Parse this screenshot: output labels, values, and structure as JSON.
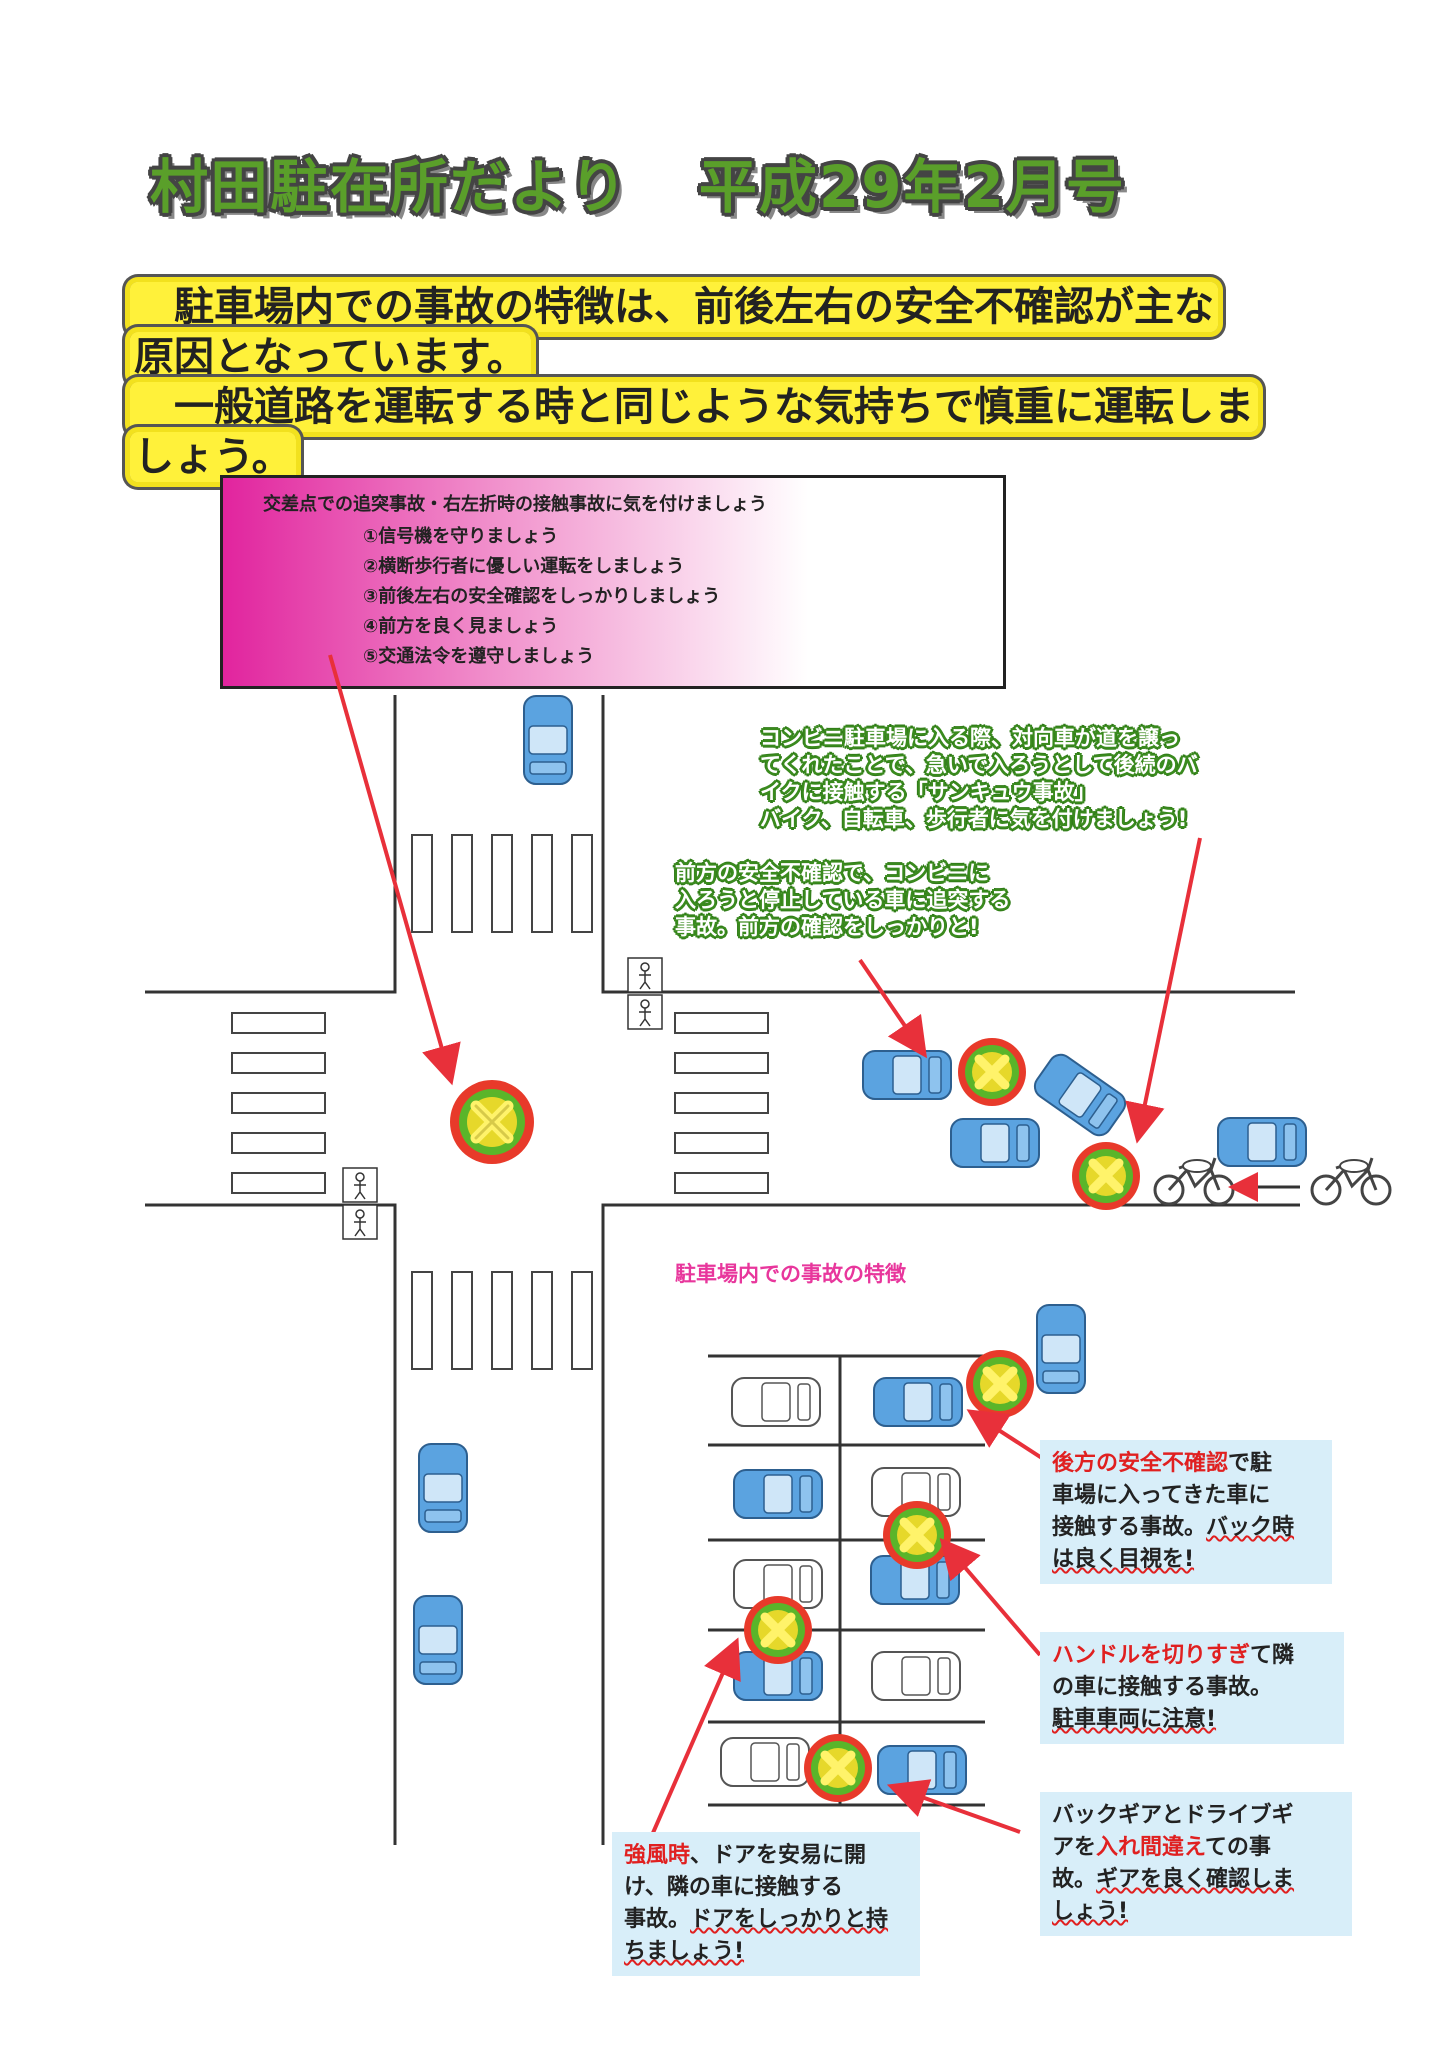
{
  "title": {
    "left": "村田駐在所だより",
    "right": "平成29年2月号"
  },
  "intro": {
    "line1": "　駐車場内での事故の特徴は、前後左右の安全不確認が主な",
    "line2": "原因となっています。",
    "line3": "　一般道路を運転する時と同じような気持ちで慎重に運転しま",
    "line4": "しょう。"
  },
  "tips": {
    "heading": "交差点での追突事故・右左折時の接触事故に気を付けましょう",
    "items": [
      "①信号機を守りましょう",
      "②横断歩行者に優しい運転をしましょう",
      "③前後左右の安全確認をしっかりしましょう",
      "④前方を良く見ましょう",
      "⑤交通法令を遵守しましょう"
    ]
  },
  "callout_conbini": {
    "lines": [
      "コンビニ駐車場に入る際、対向車が道を譲っ",
      "てくれたことで、急いで入ろうとして後続のバ",
      "イクに接触する「サンキュウ事故」",
      "バイク、自転車、歩行者に気を付けましょう!"
    ]
  },
  "callout_front": {
    "lines": [
      "前方の安全不確認で、コンビニに",
      "入ろうと停止している車に追突する",
      "事故。前方の確認をしっかりと!"
    ]
  },
  "parking_heading": "駐車場内での事故の特徴",
  "info_back": {
    "red": "後方の安全不確認",
    "text1": "で駐",
    "text2": "車場に入ってきた車に",
    "text3": "接触する事故。",
    "wavy1": "バック時",
    "wavy2": "は良く目視を!"
  },
  "info_handle": {
    "red": "ハンドルを切りすぎ",
    "text1": "て隣",
    "text2": "の車に接触する事故。",
    "wavy": "駐車車両に注意!"
  },
  "info_gear": {
    "text1": "バックギアとドライブギ",
    "text2a": "アを",
    "red": "入れ間違え",
    "text2b": "ての事",
    "text3": "故。",
    "wavy1": "ギアを良く確認しま",
    "wavy2": "しょう!"
  },
  "info_wind": {
    "red": "強風時",
    "text1": "、ドアを安易に開",
    "text2": "け、隣の車に接触する",
    "text3": "事故。",
    "wavy1": "ドアをしっかりと持",
    "wavy2": "ちましょう!"
  },
  "colors": {
    "title_green": "#5a9f2a",
    "highlight_yellow": "#fff13a",
    "tips_magenta": "#e1249e",
    "info_blue": "#d8eef9",
    "car_blue": "#5ba3e0",
    "arrow_red": "#e8303a",
    "accent_pink": "#e8369c"
  }
}
